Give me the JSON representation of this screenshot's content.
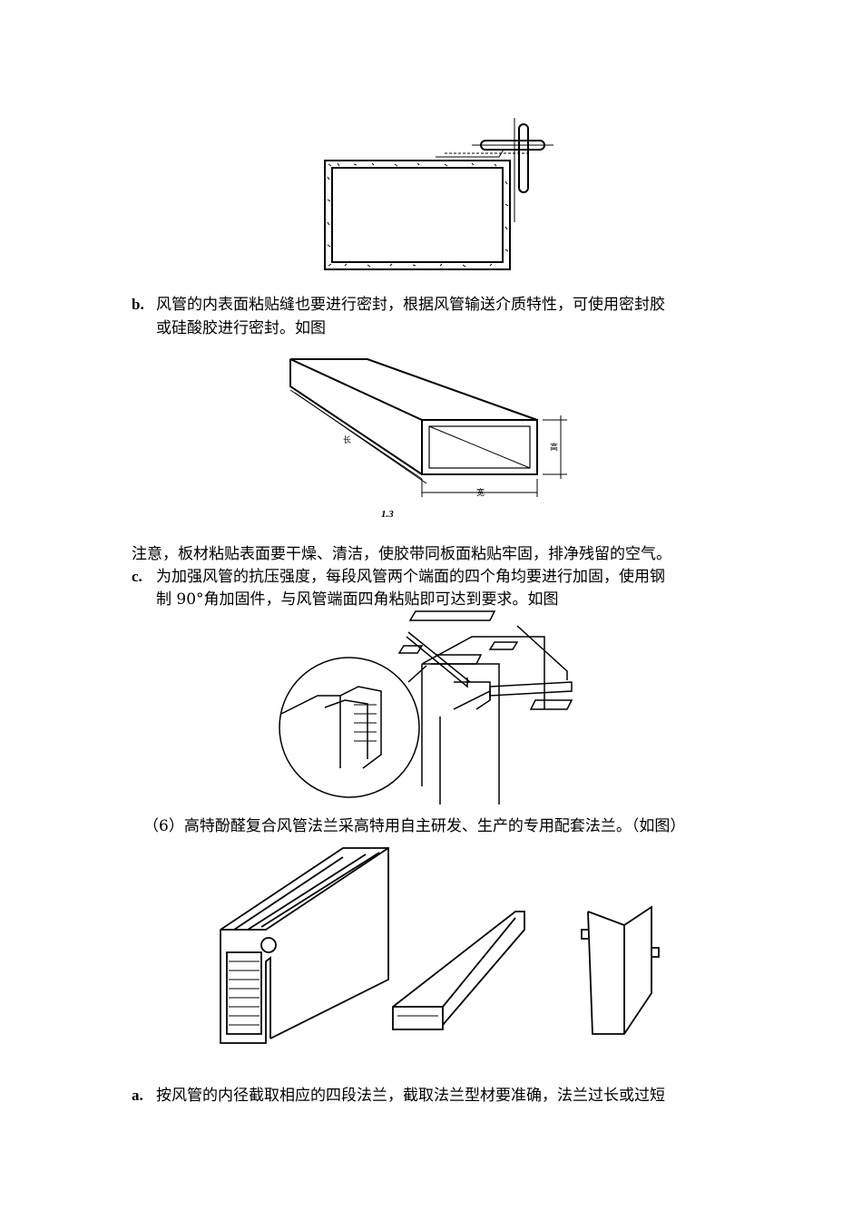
{
  "paragraphs": {
    "b_marker": "b.",
    "b_line1": "风管的内表面粘贴缝也要进行密封，根据风管输送介质特性，可使用密封胶",
    "b_line2": "或硅酸胶进行密封。如图",
    "note": "注意，板材粘贴表面要干燥、清洁，使胶带同板面粘贴牢固，排净残留的空气。",
    "c_marker": "c.",
    "c_line1": "为加强风管的抗压强度，每段风管两个端面的四个角均要进行加固，使用钢",
    "c_line2": "制 90°角加固件，与风管端面四角粘贴即可达到要求。如图",
    "item6": "（6）高特酚醛复合风管法兰采高特用自主研发、生产的专用配套法兰。（如图）",
    "a_marker": "a.",
    "a_line1": "按风管的内径截取相应的四段法兰，截取法兰型材要准确，法兰过长或过短"
  },
  "figures": {
    "duct_labels": {
      "length": "长",
      "height": "高",
      "width": "宽",
      "caption": "1.3"
    }
  }
}
